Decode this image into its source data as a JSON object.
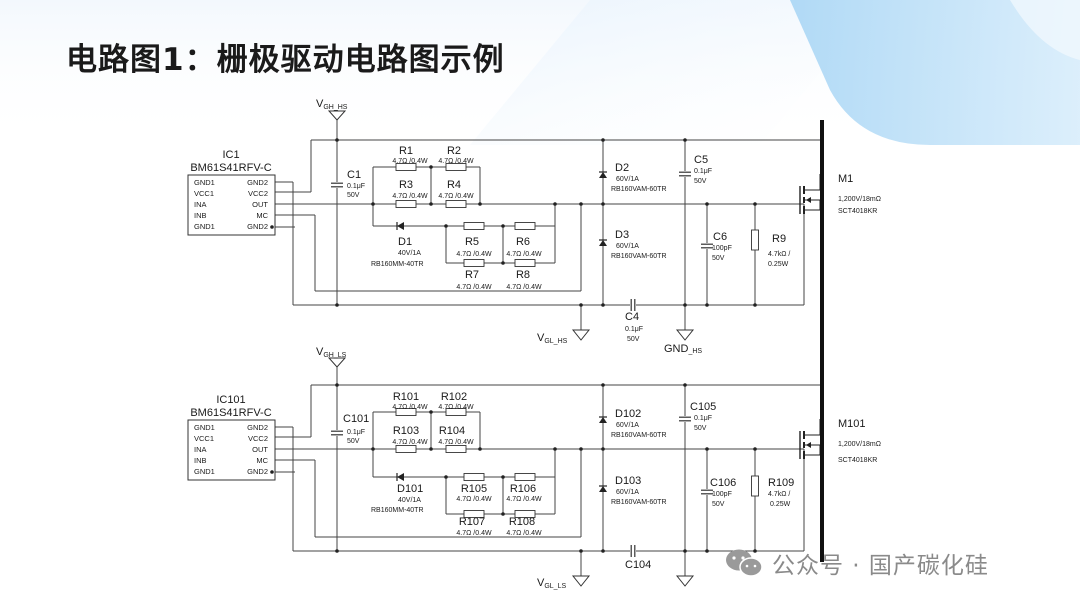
{
  "slide": {
    "title": "电路图1：栅极驱动电路图示例"
  },
  "watermark": {
    "text": "公众号 · 国产碳化硅"
  },
  "top": {
    "supply_top": "V",
    "supply_top_sub": "GH_HS",
    "supply_bottom": "V",
    "supply_bottom_sub": "GL_HS",
    "gnd": "GND",
    "gnd_sub": "_HS",
    "ic": {
      "ref": "IC1",
      "part": "BM61S41RFV-C",
      "pins_left": [
        "GND1",
        "VCC1",
        "INA",
        "INB",
        "GND1"
      ],
      "pins_right": [
        "GND2",
        "VCC2",
        "OUT",
        "MC",
        "GND2"
      ]
    },
    "c1": {
      "ref": "C1",
      "v1": "0.1μF",
      "v2": "50V"
    },
    "r1": {
      "ref": "R1",
      "val": "4.7Ω /0.4W"
    },
    "r2": {
      "ref": "R2",
      "val": "4.7Ω /0.4W"
    },
    "r3": {
      "ref": "R3",
      "val": "4.7Ω /0.4W"
    },
    "r4": {
      "ref": "R4",
      "val": "4.7Ω /0.4W"
    },
    "r5": {
      "ref": "R5",
      "val": "4.7Ω /0.4W"
    },
    "r6": {
      "ref": "R6",
      "val": "4.7Ω /0.4W"
    },
    "r7": {
      "ref": "R7",
      "val": "4.7Ω /0.4W"
    },
    "r8": {
      "ref": "R8",
      "val": "4.7Ω /0.4W"
    },
    "d1": {
      "ref": "D1",
      "v1": "40V/1A",
      "v2": "RB160MM-40TR"
    },
    "d2": {
      "ref": "D2",
      "v1": "60V/1A",
      "v2": "RB160VAM-60TR"
    },
    "d3": {
      "ref": "D3",
      "v1": "60V/1A",
      "v2": "RB160VAM-60TR"
    },
    "c5": {
      "ref": "C5",
      "v1": "0.1μF",
      "v2": "50V"
    },
    "c6": {
      "ref": "C6",
      "v1": "100pF",
      "v2": "50V"
    },
    "r9": {
      "ref": "R9",
      "v1": "4.7kΩ /",
      "v2": "0.25W"
    },
    "c4": {
      "ref": "C4",
      "v1": "0.1μF",
      "v2": "50V"
    },
    "m1": {
      "ref": "M1",
      "v1": "1,200V/18mΩ",
      "v2": "SCT4018KR"
    }
  },
  "bottom": {
    "supply_top": "V",
    "supply_top_sub": "GH_LS",
    "supply_bottom": "V",
    "supply_bottom_sub": "GL_LS",
    "ic": {
      "ref": "IC101",
      "part": "BM61S41RFV-C",
      "pins_left": [
        "GND1",
        "VCC1",
        "INA",
        "INB",
        "GND1"
      ],
      "pins_right": [
        "GND2",
        "VCC2",
        "OUT",
        "MC",
        "GND2"
      ]
    },
    "c1": {
      "ref": "C101",
      "v1": "0.1μF",
      "v2": "50V"
    },
    "r1": {
      "ref": "R101",
      "val": "4.7Ω /0.4W"
    },
    "r2": {
      "ref": "R102",
      "val": "4.7Ω /0.4W"
    },
    "r3": {
      "ref": "R103",
      "val": "4.7Ω /0.4W"
    },
    "r4": {
      "ref": "R104",
      "val": "4.7Ω /0.4W"
    },
    "r5": {
      "ref": "R105",
      "val": "4.7Ω /0.4W"
    },
    "r6": {
      "ref": "R106",
      "val": "4.7Ω /0.4W"
    },
    "r7": {
      "ref": "R107",
      "val": "4.7Ω /0.4W"
    },
    "r8": {
      "ref": "R108",
      "val": "4.7Ω /0.4W"
    },
    "d1": {
      "ref": "D101",
      "v1": "40V/1A",
      "v2": "RB160MM-40TR"
    },
    "d2": {
      "ref": "D102",
      "v1": "60V/1A",
      "v2": "RB160VAM-60TR"
    },
    "d3": {
      "ref": "D103",
      "v1": "60V/1A",
      "v2": "RB160VAM-60TR"
    },
    "c5": {
      "ref": "C105",
      "v1": "0.1μF",
      "v2": "50V"
    },
    "c6": {
      "ref": "C106",
      "v1": "100pF",
      "v2": "50V"
    },
    "r9": {
      "ref": "R109",
      "v1": "4.7kΩ /",
      "v2": "0.25W"
    },
    "c4": {
      "ref": "C104"
    },
    "m1": {
      "ref": "M101",
      "v1": "1,200V/18mΩ",
      "v2": "SCT4018KR"
    }
  }
}
